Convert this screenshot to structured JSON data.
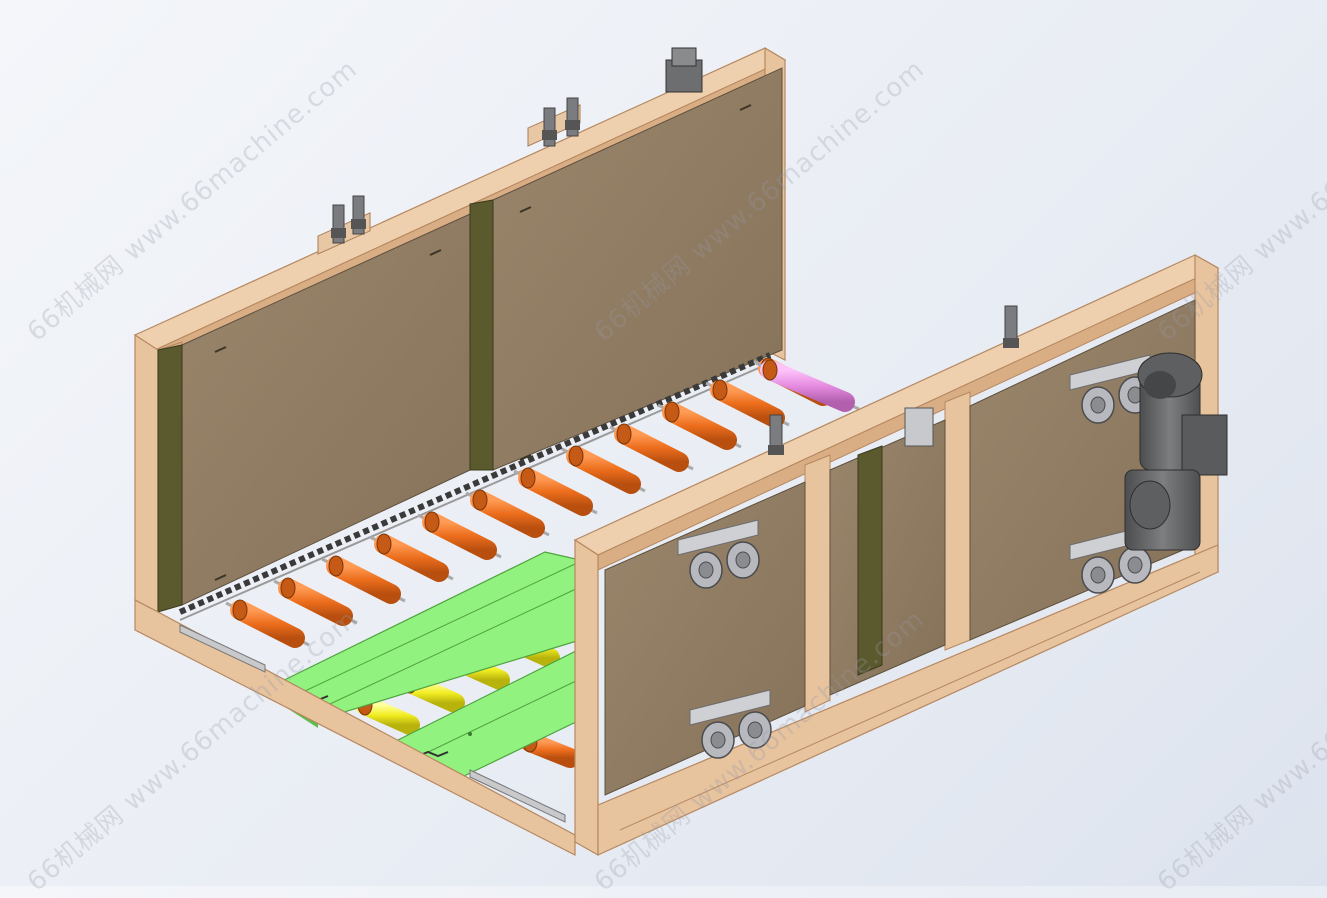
{
  "viewport": {
    "background_top": "#f4f6fa",
    "background_bottom": "#dde3ee"
  },
  "watermark": {
    "text": "66机械网 www.66machine.com",
    "color": "#969baa"
  },
  "model": {
    "roller_count_orange": 12,
    "roller_count_yellow": 4,
    "roller_count_pink": 1,
    "colors": {
      "frame": "#e7c39e",
      "frame_edge": "#c99c72",
      "panel": "#8f7c63",
      "panel_dark": "#6f5f4a",
      "roller_orange": "#ec6d1c",
      "roller_yellow": "#f2ee22",
      "roller_pink": "#e58be0",
      "belt_green": "#92f27f",
      "motor": "#6d6e70",
      "wheel": "#b7b9be",
      "dark_green_bar": "#5a5a2e"
    }
  }
}
